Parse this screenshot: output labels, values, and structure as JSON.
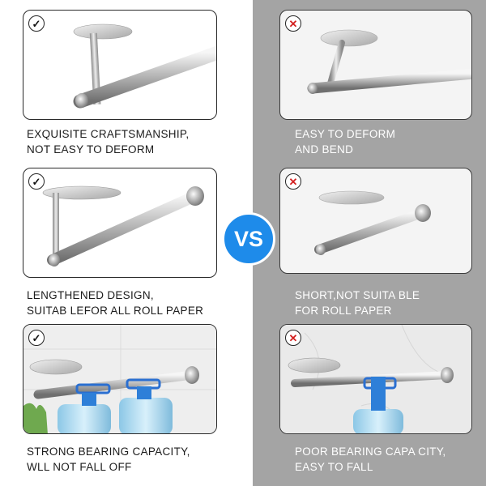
{
  "vs_label": "VS",
  "colors": {
    "good_badge": "#111111",
    "bad_badge": "#d31f1f",
    "vs_circle": "#1e8bea",
    "right_panel": "#a4a4a4"
  },
  "left": [
    {
      "line1": "EXQUISITE CRAFTSMANSHIP,",
      "line2": "NOT EASY TO DEFORM",
      "badge": "check-icon"
    },
    {
      "line1": "LENGTHENED DESIGN,",
      "line2": "SUITAB LEFOR ALL ROLL PAPER",
      "badge": "check-icon"
    },
    {
      "line1": "STRONG BEARING CAPACITY,",
      "line2": "WLL NOT FALL OFF",
      "badge": "check-icon"
    }
  ],
  "right": [
    {
      "line1": "EASY TO DEFORM",
      "line2": "AND BEND",
      "badge": "cross-icon"
    },
    {
      "line1": "SHORT,NOT SUITA BLE",
      "line2": "FOR ROLL PAPER",
      "badge": "cross-icon"
    },
    {
      "line1": "POOR BEARING CAPA CITY,",
      "line2": "EASY TO FALL",
      "badge": "cross-icon"
    }
  ],
  "badge_glyphs": {
    "check": "✓",
    "cross": "✕"
  }
}
